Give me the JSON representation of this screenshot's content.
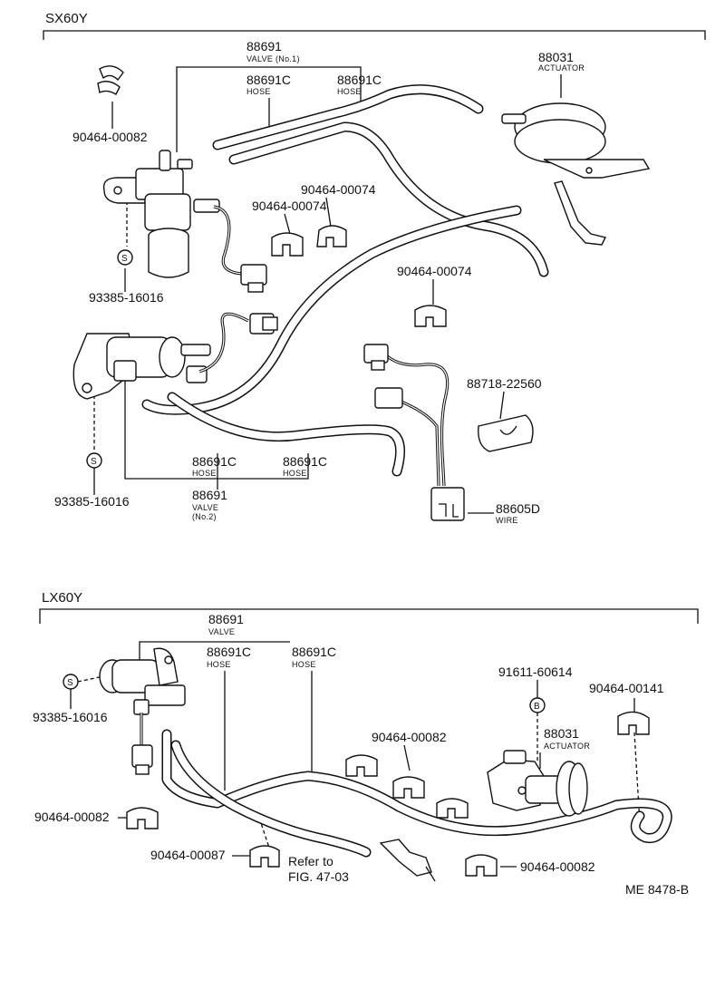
{
  "sections": {
    "sx": {
      "title": "SX60Y",
      "labels": [
        {
          "id": "valve-no1-part",
          "num": "88691",
          "sub": "VALVE (No.1)"
        },
        {
          "id": "hose-a-part",
          "num": "88691C",
          "sub": "HOSE"
        },
        {
          "id": "hose-b-part",
          "num": "88691C",
          "sub": "HOSE"
        },
        {
          "id": "actuator-part",
          "num": "88031",
          "sub": "ACTUATOR"
        },
        {
          "id": "clip-00082-part",
          "num": "90464-00082",
          "sub": ""
        },
        {
          "id": "clip-00074-a-part",
          "num": "90464-00074",
          "sub": ""
        },
        {
          "id": "clip-00074-b-part",
          "num": "90464-00074",
          "sub": ""
        },
        {
          "id": "clip-00074-c-part",
          "num": "90464-00074",
          "sub": ""
        },
        {
          "id": "bolt-top-part",
          "num": "93385-16016",
          "sub": ""
        },
        {
          "id": "clamp-22560-part",
          "num": "88718-22560",
          "sub": ""
        },
        {
          "id": "hose-c-part",
          "num": "88691C",
          "sub": "HOSE"
        },
        {
          "id": "hose-d-part",
          "num": "88691C",
          "sub": "HOSE"
        },
        {
          "id": "valve-no2-part",
          "num": "88691",
          "sub": "VALVE",
          "sub2": "(No.2)"
        },
        {
          "id": "bolt-bottom-part",
          "num": "93385-16016",
          "sub": ""
        },
        {
          "id": "wire-part",
          "num": "88605D",
          "sub": "WIRE"
        }
      ]
    },
    "lx": {
      "title": "LX60Y",
      "labels": [
        {
          "id": "valve-part",
          "num": "88691",
          "sub": "VALVE"
        },
        {
          "id": "hose-a-part",
          "num": "88691C",
          "sub": "HOSE"
        },
        {
          "id": "hose-b-part",
          "num": "88691C",
          "sub": "HOSE"
        },
        {
          "id": "bolt-part",
          "num": "93385-16016",
          "sub": ""
        },
        {
          "id": "screw-part",
          "num": "91611-60614",
          "sub": ""
        },
        {
          "id": "clip-00141-part",
          "num": "90464-00141",
          "sub": ""
        },
        {
          "id": "actuator-part",
          "num": "88031",
          "sub": "ACTUATOR"
        },
        {
          "id": "clip-00082-a-part",
          "num": "90464-00082",
          "sub": ""
        },
        {
          "id": "clip-00082-b-part",
          "num": "90464-00082",
          "sub": ""
        },
        {
          "id": "clip-00087-part",
          "num": "90464-00087",
          "sub": ""
        },
        {
          "id": "clip-00082-c-part",
          "num": "90464-00082",
          "sub": ""
        }
      ],
      "refer_to": {
        "line1": "Refer to",
        "line2": "FIG. 47-03"
      },
      "markers": {
        "s": "S",
        "b": "B"
      }
    }
  },
  "doc_code": "ME  8478-B"
}
